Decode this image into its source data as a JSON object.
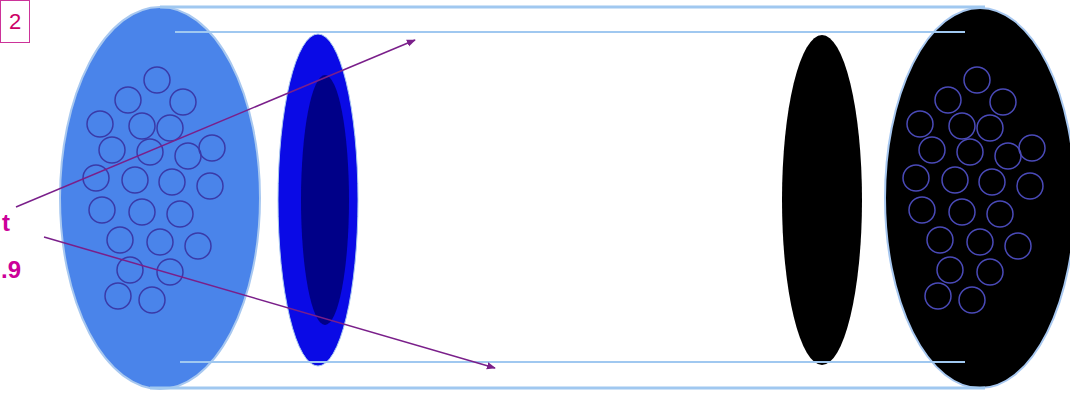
{
  "diagram": {
    "nodes": [
      {
        "text": [
          "2"
        ]
      }
    ],
    "labels": [
      "t",
      ".9"
    ]
  }
}
